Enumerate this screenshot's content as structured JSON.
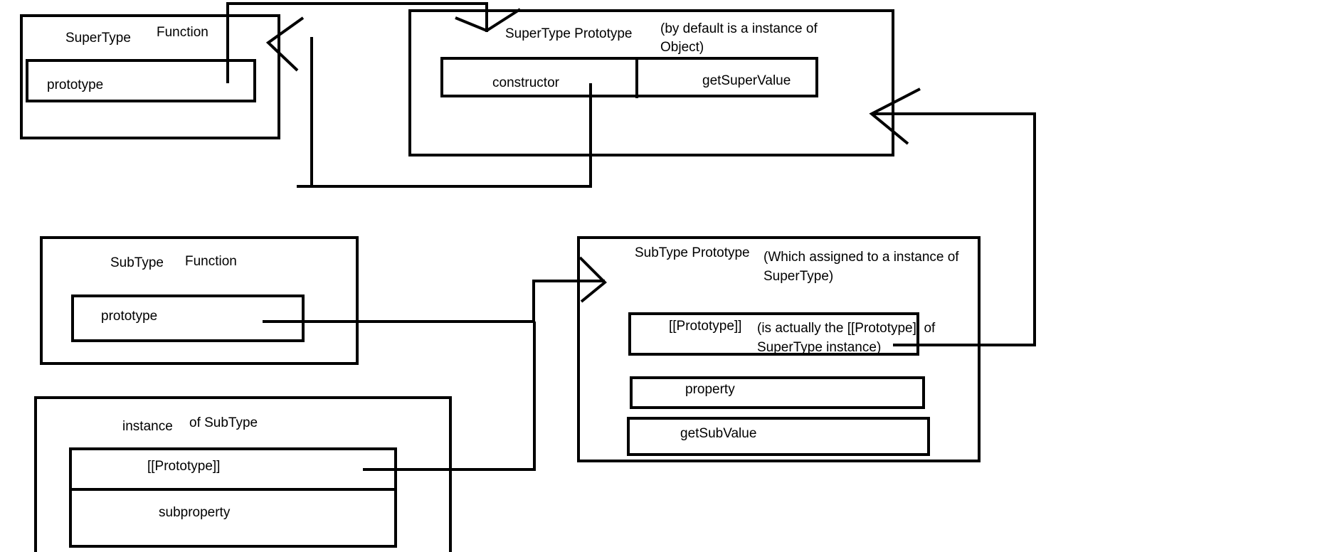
{
  "supertype_function": {
    "name": "SuperType",
    "kind": "Function",
    "property": "prototype"
  },
  "supertype_prototype": {
    "title": "SuperType Prototype",
    "note_line1": "(by default is a instance of",
    "note_line2": "Object)",
    "slot_constructor": "constructor",
    "slot_method": "getSuperValue"
  },
  "subtype_function": {
    "name": "SubType",
    "kind": "Function",
    "property": "prototype"
  },
  "subtype_prototype": {
    "title": "SubType Prototype",
    "note_line1": "(Which assigned to a instance of",
    "note_line2": "SuperType)",
    "slot_proto": "[[Prototype]]",
    "slot_proto_note_line1": "(is actually the [[Prototype]] of",
    "slot_proto_note_line2": "SuperType instance)",
    "slot_property": "property",
    "slot_method": "getSubValue"
  },
  "instance": {
    "name": "instance",
    "of_label": "of SubType",
    "slot_proto": "[[Prototype]]",
    "slot_property": "subproperty"
  }
}
